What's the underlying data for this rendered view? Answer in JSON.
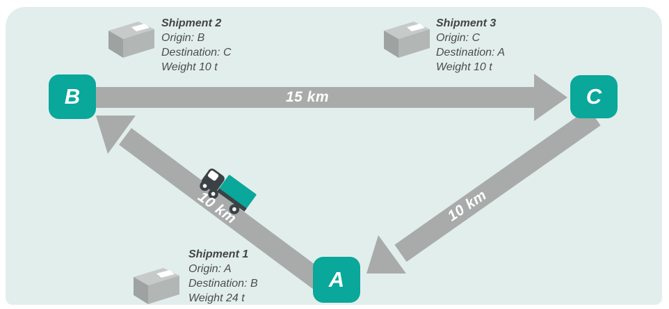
{
  "colors": {
    "teal": "#0aa79b",
    "arrow_gray": "#a9abab",
    "panel_bg": "#e2eeec",
    "text_gray": "#4b4b4d",
    "label_white": "#ffffff",
    "truck_dark": "#3b4245",
    "box_top": "#c6cac9",
    "box_front": "#b2b6b5",
    "box_side": "#9ea2a1"
  },
  "nodes": [
    {
      "id": "A",
      "label": "A"
    },
    {
      "id": "B",
      "label": "B"
    },
    {
      "id": "C",
      "label": "C"
    }
  ],
  "edges": [
    {
      "from": "B",
      "to": "C",
      "label": "15 km"
    },
    {
      "from": "A",
      "to": "B",
      "label": "10 km"
    },
    {
      "from": "C",
      "to": "A",
      "label": "10 km"
    }
  ],
  "shipments": [
    {
      "title": "Shipment 1",
      "origin": "Origin: A",
      "destination": "Destination: B",
      "weight": "Weight 24 t"
    },
    {
      "title": "Shipment 2",
      "origin": "Origin: B",
      "destination": "Destination: C",
      "weight": "Weight 10 t"
    },
    {
      "title": "Shipment 3",
      "origin": "Origin: C",
      "destination": "Destination: A",
      "weight": "Weight 10 t"
    }
  ],
  "icons": {
    "truck": "delivery-truck",
    "package": "cardboard-box"
  }
}
